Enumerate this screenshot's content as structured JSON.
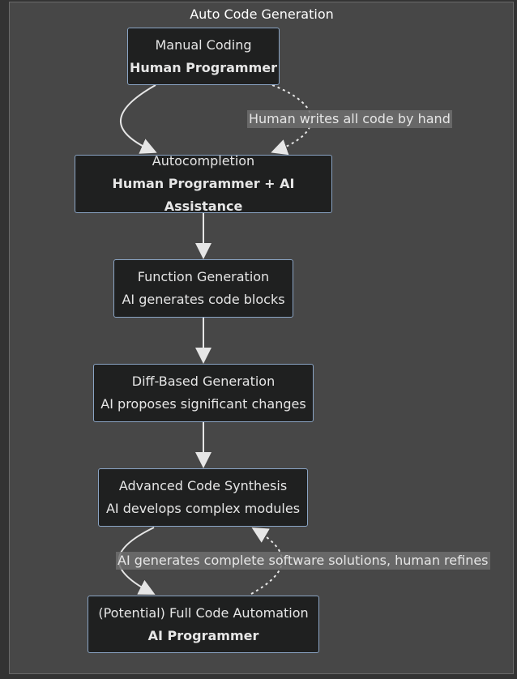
{
  "diagram": {
    "title": "Auto Code Generation",
    "nodes": [
      {
        "id": "manual",
        "line1": "Manual Coding",
        "line2": "Human Programmer",
        "line2_bold": true
      },
      {
        "id": "autocomplete",
        "line1": "Autocompletion",
        "line2": "Human Programmer + AI Assistance",
        "line2_bold": true
      },
      {
        "id": "function",
        "line1": "Function Generation",
        "line2": "AI generates code blocks",
        "line2_bold": false
      },
      {
        "id": "diff",
        "line1": "Diff-Based Generation",
        "line2": "AI proposes significant changes",
        "line2_bold": false
      },
      {
        "id": "advanced",
        "line1": "Advanced Code Synthesis",
        "line2": "AI develops complex modules",
        "line2_bold": false
      },
      {
        "id": "full",
        "line1": "(Potential) Full Code Automation",
        "line2": "AI Programmer",
        "line2_bold": true
      }
    ],
    "edge_labels": {
      "manual_to_autocomplete": "Human writes all code by hand",
      "advanced_full_loop": "AI generates complete software solutions, human refines"
    },
    "colors": {
      "background": "#333333",
      "cluster": "#474747",
      "node_fill": "#1f2020",
      "node_border": "#8aa4c4",
      "edge": "#e6e6e6"
    }
  }
}
